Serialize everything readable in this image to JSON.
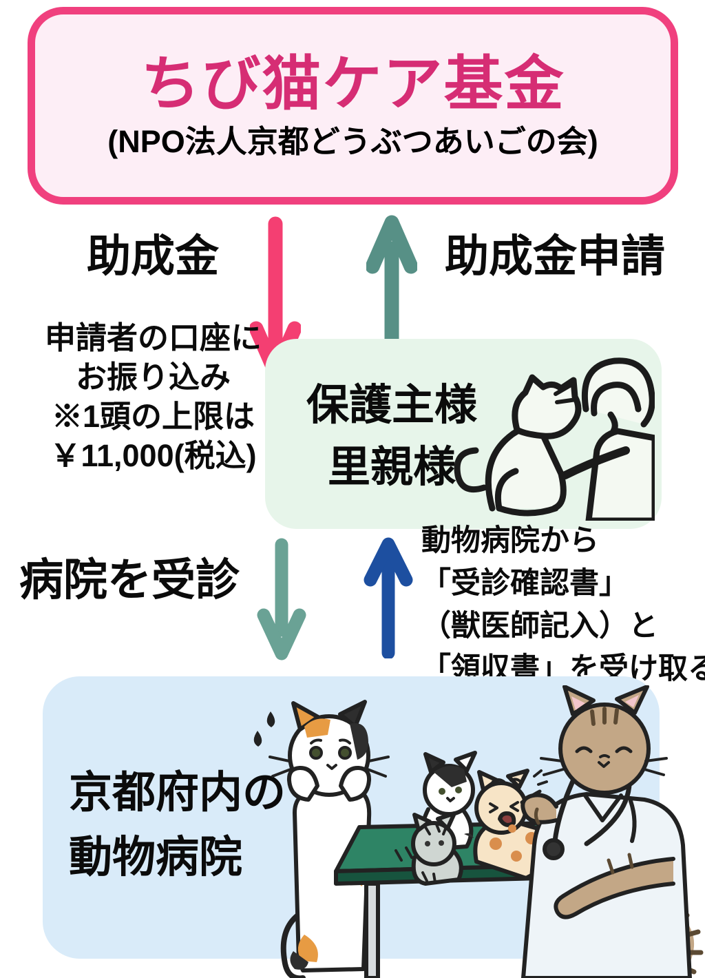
{
  "fund_box": {
    "title": "ちび猫ケア基金",
    "subtitle": "(NPO法人京都どうぶつあいごの会)",
    "border_color": "#f0407e",
    "bg_color": "#fdeef6",
    "title_color": "#d62d74"
  },
  "flow_top": {
    "grant_label": "助成金",
    "application_label": "助成金申請",
    "down_arrow_icon": "pink-down-arrow",
    "down_arrow_color": "#f43f72",
    "up_arrow_icon": "teal-up-arrow",
    "up_arrow_color": "#579086",
    "note_lines": {
      "0": "申請者の口座に",
      "1": "お振り込み",
      "2": "※1頭の上限は",
      "3": "￥11,000(税込)"
    }
  },
  "guardian_box": {
    "lines": {
      "0": "保護主様",
      "1": "里親様"
    },
    "bg_color": "#e7f5ea",
    "illustration_icon": "person-petting-cat"
  },
  "flow_bottom": {
    "visit_label": "病院を受診",
    "down_arrow_icon": "teal-down-arrow",
    "down_arrow_color": "#6aa295",
    "up_arrow_icon": "blue-up-arrow",
    "up_arrow_color": "#1d4fa0",
    "note_lines": {
      "0": "動物病院から",
      "1": "「受診確認書」",
      "2": "（獣医師記入）と",
      "3": "「領収書」を受け取る"
    }
  },
  "hospital_box": {
    "lines": {
      "0": "京都府内の",
      "1": "動物病院"
    },
    "bg_color": "#d9ebf9",
    "illustration_icon": "vet-cat-examining-kittens"
  }
}
